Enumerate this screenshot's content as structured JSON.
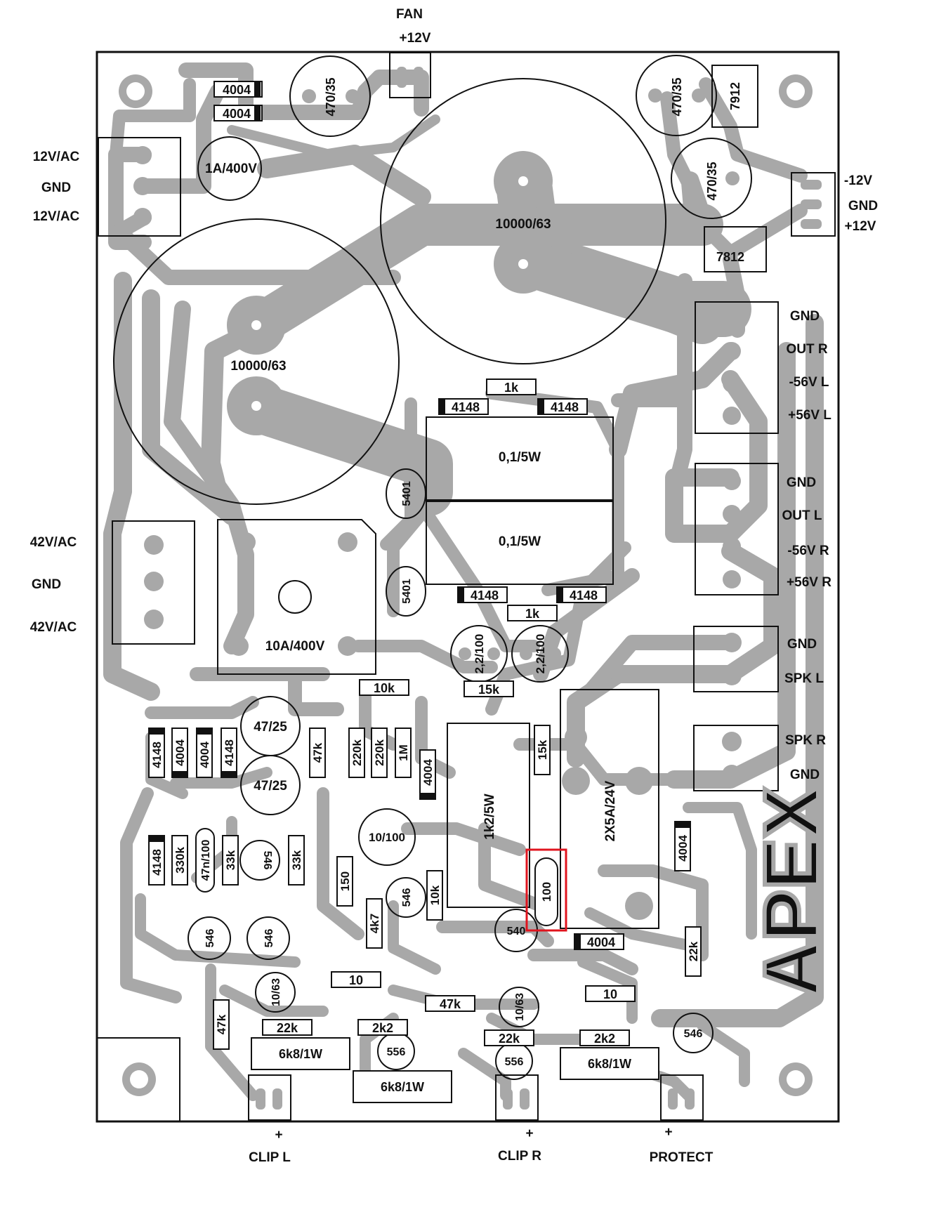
{
  "board": {
    "logo_text": "APEX",
    "connector_labels": {
      "fan_title": "FAN",
      "fan_voltage": "+12V",
      "ac12_top": "12V/AC",
      "ac12_gnd": "GND",
      "ac12_bottom": "12V/AC",
      "ac42_top": "42V/AC",
      "ac42_gnd": "GND",
      "ac42_bottom": "42V/AC",
      "reg_neg": "-12V",
      "reg_gnd": "GND",
      "reg_pos": "+12V",
      "out_r_gnd": "GND",
      "out_r": "OUT R",
      "out_r_neg": "-56V L",
      "out_r_pos": "+56V L",
      "out_l_gnd": "GND",
      "out_l": "OUT L",
      "out_l_neg": "-56V R",
      "out_l_pos": "+56V R",
      "spk_l_gnd": "GND",
      "spk_l": "SPK L",
      "spk_r": "SPK R",
      "spk_r_gnd": "GND",
      "clip_l_plus": "+",
      "clip_l": "CLIP L",
      "clip_r_plus": "+",
      "clip_r": "CLIP R",
      "protect_plus": "+",
      "protect": "PROTECT"
    },
    "components": {
      "d_4004_a": "4004",
      "d_4004_b": "4004",
      "c_470_35_a": "470/35",
      "c_470_35_b": "470/35",
      "c_470_35_c": "470/35",
      "reg_7912": "7912",
      "reg_7812": "7812",
      "bridge_small": "1A/400V",
      "cap_big_right": "10000/63",
      "cap_big_left": "10000/63",
      "r_1k_top": "1k",
      "d_4148_tl": "4148",
      "d_4148_tr": "4148",
      "r_01_5w_top": "0,1/5W",
      "r_01_5w_bottom": "0,1/5W",
      "d_5401_a": "5401",
      "d_5401_b": "5401",
      "d_4148_bl": "4148",
      "d_4148_br": "4148",
      "r_1k_bottom": "1k",
      "c_22_100_a": "2,2/100",
      "c_22_100_b": "2,2/100",
      "bridge_big": "10A/400V",
      "r_10k_a": "10k",
      "r_15k_a": "15k",
      "c_47_25_a": "47/25",
      "c_47_25_b": "47/25",
      "d_4148_v1": "4148",
      "d_4004_v1": "4004",
      "d_4004_v2": "4004",
      "d_4148_v2": "4148",
      "r_47k_v": "47k",
      "r_220k_a": "220k",
      "r_220k_b": "220k",
      "r_1m": "1M",
      "d_4004_v3": "4004",
      "r_1k2_5w": "1k2/5W",
      "r_15k_v": "15k",
      "relay": "2X5A/24V",
      "d_4004_v4": "4004",
      "d_4148_v3": "4148",
      "r_330k": "330k",
      "c_47n_100": "47n/100",
      "r_33k_a": "33k",
      "t_546_a": "546",
      "r_33k_b": "33k",
      "c_10_100": "10/100",
      "r_150": "150",
      "t_546_b": "546",
      "r_10k_v": "10k",
      "r_100": "100",
      "t_540": "540",
      "r_4k7": "4k7",
      "d_4004_h": "4004",
      "r_22k_v": "22k",
      "t_546_c": "546",
      "t_546_d": "546",
      "c_10_63_a": "10/63",
      "r_10_a": "10",
      "r_47k_h": "47k",
      "c_10_63_b": "10/63",
      "r_10_b": "10",
      "t_546_e": "546",
      "r_47k_v2": "47k",
      "r_22k_a": "22k",
      "r_2k2_a": "2k2",
      "r_22k_b": "22k",
      "r_2k2_b": "2k2",
      "r_6k8_a": "6k8/1W",
      "t_556_a": "556",
      "t_556_b": "556",
      "r_6k8_b": "6k8/1W",
      "r_6k8_c": "6k8/1W"
    },
    "colors": {
      "trace": "#a8a8a8",
      "outline": "#111111",
      "highlight": "#e0141e"
    }
  }
}
